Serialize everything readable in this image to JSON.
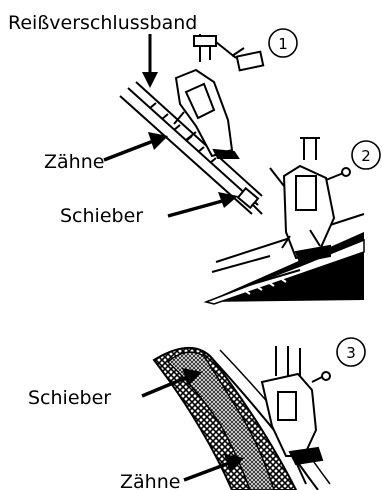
{
  "labels": {
    "zipper_tape": "Reißverschlussband",
    "teeth_1": "Zähne",
    "slider_1": "Schieber",
    "slider_2": "Schieber",
    "teeth_2": "Zähne"
  },
  "steps": {
    "one": "1",
    "two": "2",
    "three": "3"
  },
  "colors": {
    "ink": "#000000",
    "paper": "#ffffff"
  }
}
